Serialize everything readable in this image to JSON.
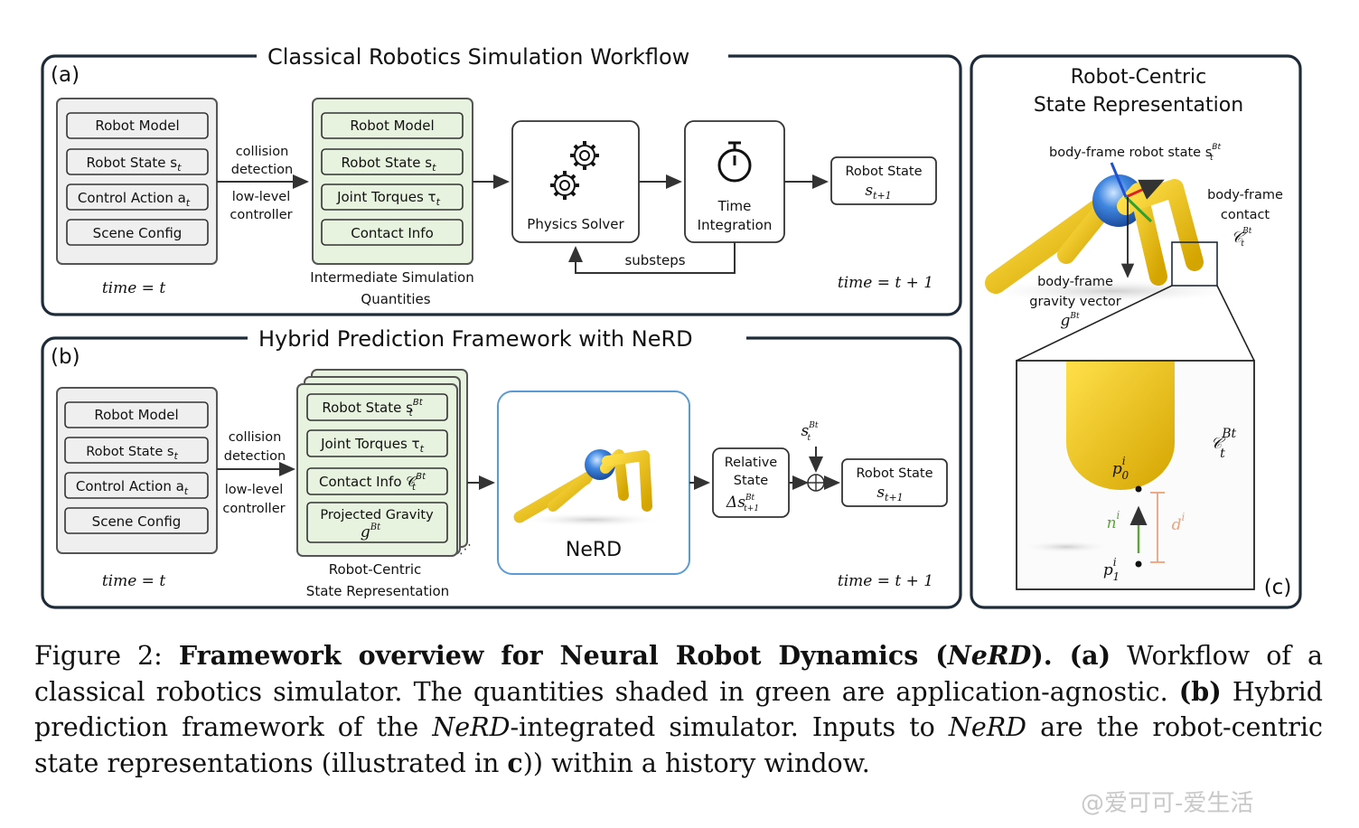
{
  "panel_a": {
    "tag": "(a)",
    "title": "Classical Robotics Simulation Workflow",
    "inputs": [
      "Robot Model",
      "Robot State s",
      "Control Action a",
      "Scene Config"
    ],
    "input_subs": [
      "",
      "t",
      "t",
      ""
    ],
    "collision": [
      "collision",
      "detection"
    ],
    "lowlevel": [
      "low-level",
      "controller"
    ],
    "intermediate": [
      "Robot Model",
      "Robot State s",
      "Joint Torques τ",
      "Contact Info"
    ],
    "intermediate_subs": [
      "",
      "t",
      "t",
      ""
    ],
    "intermediate_label": [
      "Intermediate Simulation",
      "Quantities"
    ],
    "physics_solver": "Physics Solver",
    "time_integration": [
      "Time",
      "Integration"
    ],
    "substeps": "substeps",
    "output": [
      "Robot State",
      "s",
      "t+1"
    ],
    "time_left": "time = t",
    "time_right": "time = t + 1"
  },
  "panel_b": {
    "tag": "(b)",
    "title": "Hybrid Prediction Framework with NeRD",
    "inputs": [
      "Robot Model",
      "Robot State s",
      "Control Action a",
      "Scene Config"
    ],
    "input_subs": [
      "",
      "t",
      "t",
      ""
    ],
    "collision": [
      "collision",
      "detection"
    ],
    "lowlevel": [
      "low-level",
      "controller"
    ],
    "stack": [
      "Robot State s",
      "Joint Torques τ",
      "Contact Info 𝒞",
      "Projected Gravity"
    ],
    "stack_label": [
      "Robot-Centric",
      "State Representation"
    ],
    "nerd": "NeRD",
    "relative": [
      "Relative",
      "State",
      "Δs"
    ],
    "st_in": "s",
    "output": [
      "Robot State",
      "s",
      "t+1"
    ],
    "time_left": "time = t",
    "time_right": "time = t + 1"
  },
  "panel_c": {
    "tag": "(c)",
    "title": [
      "Robot-Centric",
      "State Representation"
    ],
    "body_state": "body-frame robot state s",
    "body_contact": [
      "body-frame",
      "contact"
    ],
    "contact_sym": "𝒞",
    "gravity": [
      "body-frame",
      "gravity vector"
    ],
    "gravity_sym": "g",
    "zoom_C": "𝒞",
    "p0": "p",
    "p1": "p",
    "n": "n",
    "d": "d"
  },
  "caption": {
    "label": "Figure 2:",
    "bold_title_1": "Framework overview for Neural Robot Dynamics (",
    "bold_title_italic": "NeRD",
    "bold_title_2": ").",
    "a_tag": "(a)",
    "a_text": " Workflow of a classical robotics simulator. The quantities shaded in green are application-agnostic. ",
    "b_tag": "(b)",
    "b_text_1": " Hybrid prediction framework of the ",
    "nerd1": "NeRD",
    "b_text_2": "-integrated simulator. Inputs to ",
    "nerd2": "NeRD",
    "b_text_3": " are the robot-centric state representations (illustrated in ",
    "c_tag": "c",
    "b_text_4": ")) within a history window."
  },
  "watermark": "@爱可可-爱生活",
  "colors": {
    "green_fill": "#e7f3de",
    "nerd_border": "#5b9bd5",
    "robot_yellow": "#f0c419",
    "robot_blue": "#2e6fd1",
    "d_orange": "#f0a27a",
    "n_green": "#5aa832"
  }
}
